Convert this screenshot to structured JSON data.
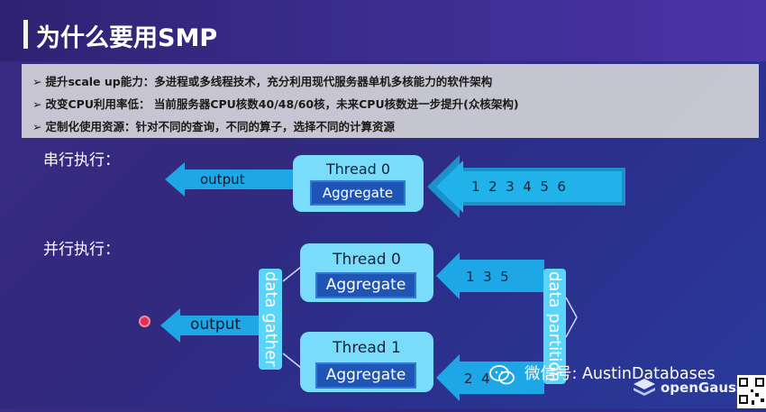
{
  "slide": {
    "title": "为什么要用SMP",
    "bullets": [
      "提升scale up能力：多进程或多线程技术，充分利用现代服务器单机多核能力的软件架构",
      "改变CPU利用率低：  当前服务器CPU核数40/48/60核，未来CPU核数进一步提升(众核架构)",
      "定制化使用资源：针对不同的查询，不同的算子，选择不同的计算资源"
    ],
    "bullet_mark": "➢"
  },
  "serial": {
    "label": "串行执行：",
    "thread": "Thread 0",
    "aggregate": "Aggregate",
    "output": "output",
    "input_values": "1  2  3  4  5  6"
  },
  "parallel": {
    "label": "并行执行：",
    "thread0": "Thread 0",
    "thread1": "Thread 1",
    "aggregate0": "Aggregate",
    "aggregate1": "Aggregate",
    "output": "output",
    "gather": "data gather",
    "partition": "data partition",
    "input0": "1  3  5",
    "input1": "2  4"
  },
  "watermark": {
    "text": "微信号: AustinDatabases",
    "brand": "openGauss"
  },
  "colors": {
    "arrow": "#1ea7e6",
    "thread_box": "#79dcfb",
    "aggregate": "#1f55b5",
    "background": "#33297c"
  }
}
